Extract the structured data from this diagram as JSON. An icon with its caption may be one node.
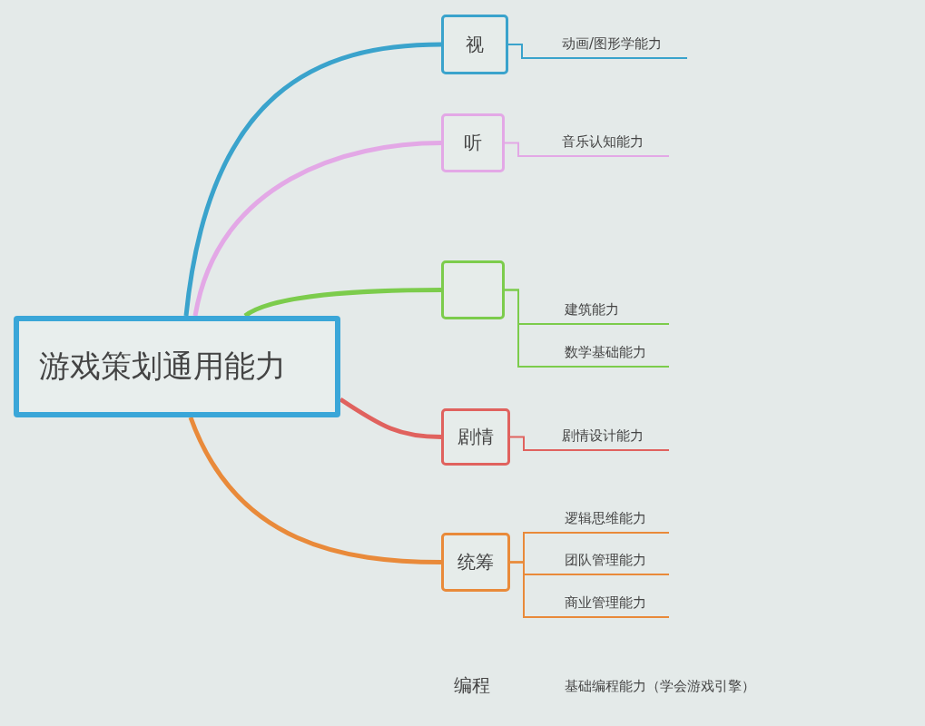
{
  "diagram": {
    "nodes": [
      {
        "text": [
          "游戏策划通用能力"
        ]
      },
      {
        "text": [
          "视"
        ]
      },
      {
        "text": [
          "动画/图形学能力"
        ]
      },
      {
        "text": [
          "听"
        ]
      },
      {
        "text": [
          "音乐认知能力"
        ]
      },
      {
        "text": [],
        "shape": "box"
      },
      {
        "text": [
          "建筑能力"
        ]
      },
      {
        "text": [
          "数学基础能力"
        ]
      },
      {
        "text": [
          "剧情"
        ]
      },
      {
        "text": [
          "剧情设计能力"
        ]
      },
      {
        "text": [
          "统筹"
        ]
      },
      {
        "text": [
          "逻辑思维能力"
        ]
      },
      {
        "text": [
          "团队管理能力"
        ]
      },
      {
        "text": [
          "商业管理能力"
        ]
      }
    ],
    "edges": [
      {
        "from": 0,
        "to": 1,
        "arrow": "none",
        "style": "thick",
        "color": "#3aa3cc"
      },
      {
        "from": 1,
        "to": 2,
        "arrow": "none",
        "color": "#3aa3cc"
      },
      {
        "from": 0,
        "to": 3,
        "arrow": "none",
        "style": "thick",
        "color": "#e3a8e6"
      },
      {
        "from": 3,
        "to": 4,
        "arrow": "none",
        "color": "#e3a8e6"
      },
      {
        "from": 0,
        "to": 5,
        "arrow": "none",
        "style": "thick",
        "color": "#7ccc4c"
      },
      {
        "from": 5,
        "to": 6,
        "arrow": "none",
        "color": "#7ccc4c"
      },
      {
        "from": 5,
        "to": 7,
        "arrow": "none",
        "color": "#7ccc4c"
      },
      {
        "from": 0,
        "to": 8,
        "arrow": "none",
        "style": "thick",
        "color": "#e0625e"
      },
      {
        "from": 8,
        "to": 9,
        "arrow": "none",
        "color": "#e0625e"
      },
      {
        "from": 0,
        "to": 10,
        "arrow": "none",
        "style": "thick",
        "color": "#e98a3a"
      },
      {
        "from": 10,
        "to": 11,
        "arrow": "none",
        "color": "#e98a3a"
      },
      {
        "from": 10,
        "to": 12,
        "arrow": "none",
        "color": "#e98a3a"
      },
      {
        "from": 10,
        "to": 13,
        "arrow": "none",
        "color": "#e98a3a"
      }
    ],
    "labels": [
      "编程",
      "基础编程能力（学会游戏引擎）"
    ]
  }
}
